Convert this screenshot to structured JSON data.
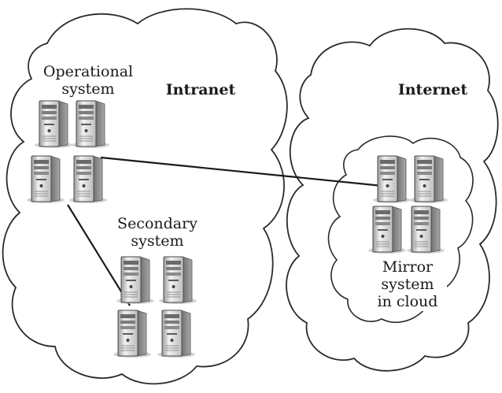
{
  "zones": [
    {
      "id": "intranet",
      "label": "Intranet"
    },
    {
      "id": "internet",
      "label": "Internet"
    }
  ],
  "systems": [
    {
      "id": "operational",
      "label": "Operational\nsystem",
      "zone": "intranet",
      "servers": 4
    },
    {
      "id": "secondary",
      "label": "Secondary\nsystem",
      "zone": "intranet",
      "servers": 4
    },
    {
      "id": "mirror",
      "label": "Mirror\nsystem\nin cloud",
      "zone": "internet",
      "servers": 4
    }
  ],
  "links": [
    {
      "from": "operational",
      "to": "mirror"
    },
    {
      "from": "operational",
      "to": "secondary"
    }
  ]
}
